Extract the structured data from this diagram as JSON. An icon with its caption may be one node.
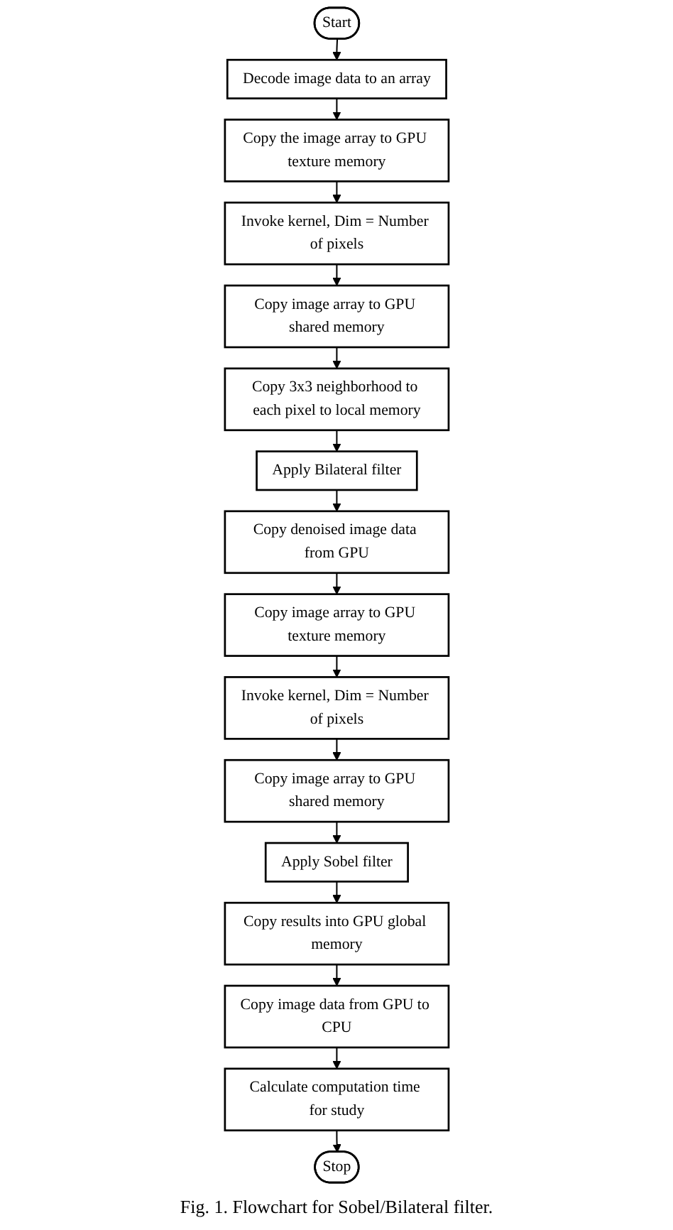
{
  "diagram": {
    "caption": "Fig. 1. Flowchart for Sobel/Bilateral filter.",
    "nodes": [
      {
        "text": [
          "Start"
        ]
      },
      {
        "text": [
          "Decode image data to an array"
        ]
      },
      {
        "text": [
          "Copy the image array to GPU texture memory"
        ]
      },
      {
        "text": [
          "Invoke kernel, Dim = Number of pixels"
        ]
      },
      {
        "text": [
          "Copy image array to GPU shared memory"
        ]
      },
      {
        "text": [
          "Copy 3x3 neighborhood to each pixel to local memory"
        ]
      },
      {
        "text": [
          "Apply Bilateral filter"
        ]
      },
      {
        "text": [
          "Copy denoised image data from GPU"
        ]
      },
      {
        "text": [
          "Copy image array to GPU texture memory"
        ]
      },
      {
        "text": [
          "Invoke kernel, Dim = Number of pixels"
        ]
      },
      {
        "text": [
          "Copy image array to GPU shared memory"
        ]
      },
      {
        "text": [
          "Apply Sobel filter"
        ]
      },
      {
        "text": [
          "Copy results into GPU global memory"
        ]
      },
      {
        "text": [
          "Copy image data from GPU to CPU"
        ]
      },
      {
        "text": [
          "Calculate computation time for study"
        ]
      },
      {
        "text": [
          "Stop"
        ]
      }
    ],
    "edges": [
      {
        "from": 0,
        "to": 1,
        "arrow": "to"
      },
      {
        "from": 1,
        "to": 2,
        "arrow": "to"
      },
      {
        "from": 2,
        "to": 3,
        "arrow": "to"
      },
      {
        "from": 3,
        "to": 4,
        "arrow": "to"
      },
      {
        "from": 4,
        "to": 5,
        "arrow": "to"
      },
      {
        "from": 5,
        "to": 6,
        "arrow": "to"
      },
      {
        "from": 6,
        "to": 7,
        "arrow": "to"
      },
      {
        "from": 7,
        "to": 8,
        "arrow": "to"
      },
      {
        "from": 8,
        "to": 9,
        "arrow": "to"
      },
      {
        "from": 9,
        "to": 10,
        "arrow": "to"
      },
      {
        "from": 10,
        "to": 11,
        "arrow": "to"
      },
      {
        "from": 11,
        "to": 12,
        "arrow": "to"
      },
      {
        "from": 12,
        "to": 13,
        "arrow": "to"
      },
      {
        "from": 13,
        "to": 14,
        "arrow": "to"
      },
      {
        "from": 14,
        "to": 15,
        "arrow": "to"
      }
    ]
  }
}
